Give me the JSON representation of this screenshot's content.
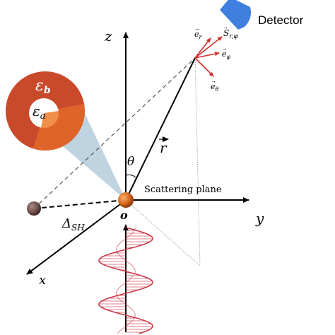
{
  "labels": {
    "detector": "Detector",
    "axis_z": "z",
    "axis_y": "y",
    "axis_x": "x",
    "origin": "o",
    "theta": "θ",
    "r_vector": "r",
    "scattering_plane": "Scattering plane",
    "delta_sh": "Δ",
    "delta_sh_sub": "SH",
    "eps_b": "ε",
    "eps_b_sub": "b",
    "eps_a": "ε",
    "eps_a_sub": "a",
    "e_r": "e",
    "e_r_sub": "r",
    "s_r_phi": "S",
    "s_r_phi_sub": "r,φ",
    "e_phi": "e",
    "e_phi_sub": "φ",
    "e_theta": "e",
    "e_theta_sub": "θ"
  },
  "colors": {
    "detector": "#3f7fe0",
    "shell": "#c94a2b",
    "core_overlay": "#ef7a2a",
    "core_white": "#ffffff",
    "cone": "#a9c4d6",
    "particle": "#d9691f",
    "second_particle": "#6b4a45",
    "vectors": "#d42e2e",
    "wave": "#c93a4a"
  }
}
